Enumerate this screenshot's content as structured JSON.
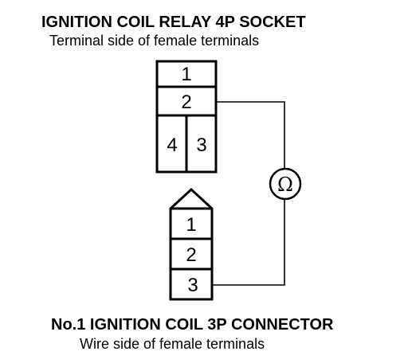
{
  "relay_socket": {
    "title": "IGNITION COIL RELAY 4P SOCKET",
    "subtitle": "Terminal side of female terminals",
    "terminals": [
      "1",
      "2",
      "4",
      "3"
    ]
  },
  "coil_connector": {
    "title": "No.1 IGNITION COIL 3P CONNECTOR",
    "subtitle": "Wire side of female terminals",
    "terminals": [
      "1",
      "2",
      "3"
    ]
  },
  "meter": {
    "symbol": "Ω",
    "icon": "ohmmeter-icon"
  },
  "colors": {
    "ink": "#000000",
    "paper": "#ffffff"
  }
}
